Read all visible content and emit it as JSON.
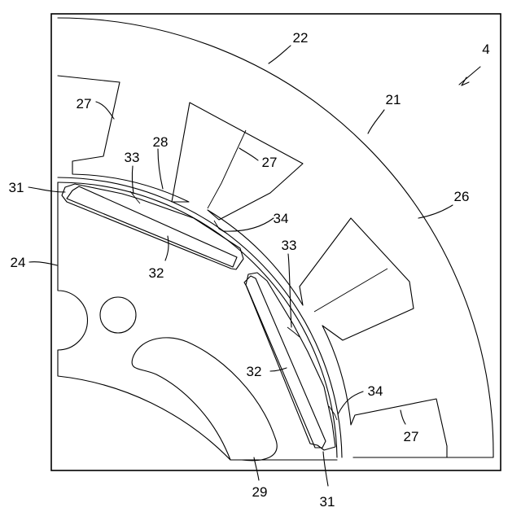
{
  "figure": {
    "labels": {
      "l4": "4",
      "l21": "21",
      "l22": "22",
      "l24": "24",
      "l26": "26",
      "l27a": "27",
      "l27b": "27",
      "l27c": "27",
      "l28": "28",
      "l29": "29",
      "l31a": "31",
      "l31b": "31",
      "l32a": "32",
      "l32b": "32",
      "l33a": "33",
      "l33b": "33",
      "l34a": "34",
      "l34b": "34"
    }
  }
}
